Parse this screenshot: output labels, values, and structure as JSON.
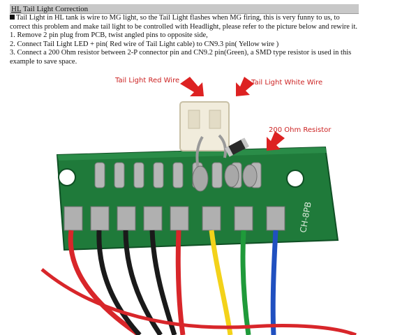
{
  "header": {
    "prefix": "HL",
    "title_rest": " Tail Light Correction"
  },
  "instructions": {
    "intro": "Tail Light in HL tank is wire to MG light, so the Tail Light flashes when MG firing, this is very funny to us, to correct this problem and make tail light to be controlled with Headlight, please refer to the picture below and rewire it.",
    "steps": [
      "1. Remove 2 pin plug from PCB, twist angled pins to opposite side,",
      "2. Connect Tail Light LED + pin( Red wire of Tail Light cable) to CN9.3 pin( Yellow wire )",
      "3. Connect a 200 Ohm resistor between 2-P connector pin and CN9.2 pin(Green), a SMD type resistor is used in this example to save space."
    ]
  },
  "photo": {
    "annotations": {
      "red_wire": "Tail Light Red Wire",
      "white_wire": "Tail Light White Wire",
      "resistor": "200 Ohm Resistor"
    },
    "board_marking": "CH-8PB",
    "colors": {
      "pcb": "#1f7a3a",
      "arrow": "#dd2222",
      "label": "#cc2222"
    }
  }
}
